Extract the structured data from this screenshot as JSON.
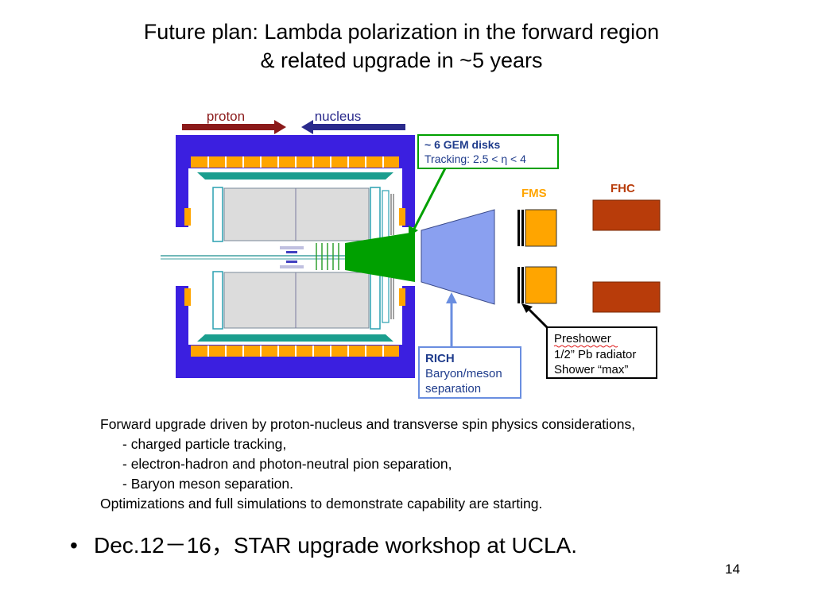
{
  "title": {
    "line1": "Future plan: Lambda polarization in the forward region",
    "line2": "& related upgrade in ~5 years"
  },
  "diagram": {
    "beam_left_label": "proton",
    "beam_right_label": "nucleus",
    "gem_box": {
      "line1": "~ 6 GEM disks",
      "line2": "Tracking: 2.5 < η < 4"
    },
    "fms_label": "FMS",
    "fhc_label": "FHC",
    "rich_box": {
      "line1": "RICH",
      "line2": "Baryon/meson",
      "line3": "separation"
    },
    "preshower_box": {
      "line1": "Preshower",
      "line2": "1/2” Pb radiator",
      "line3": "Shower “max”"
    },
    "colors": {
      "proton_arrow": "#8b1a1a",
      "nucleus_arrow": "#2a2a8c",
      "magnet_blue": "#3b1fe0",
      "orange": "#ffa500",
      "teal": "#1a9e8e",
      "gem_green": "#00a000",
      "rich_blue": "#8aa0f0",
      "fhc_red": "#b83c0a",
      "callout_blue": "#6a8ee0"
    }
  },
  "notes": {
    "line1": "Forward upgrade driven by proton-nucleus and transverse spin physics considerations,",
    "line2": "- charged particle tracking,",
    "line3": "- electron-hadron and photon-neutral pion separation,",
    "line4": "- Baryon meson separation.",
    "line5": "Optimizations and full simulations to demonstrate capability are starting."
  },
  "bullet": {
    "symbol": "•",
    "text": "Dec.12－16，STAR upgrade workshop at UCLA."
  },
  "page_number": "14"
}
